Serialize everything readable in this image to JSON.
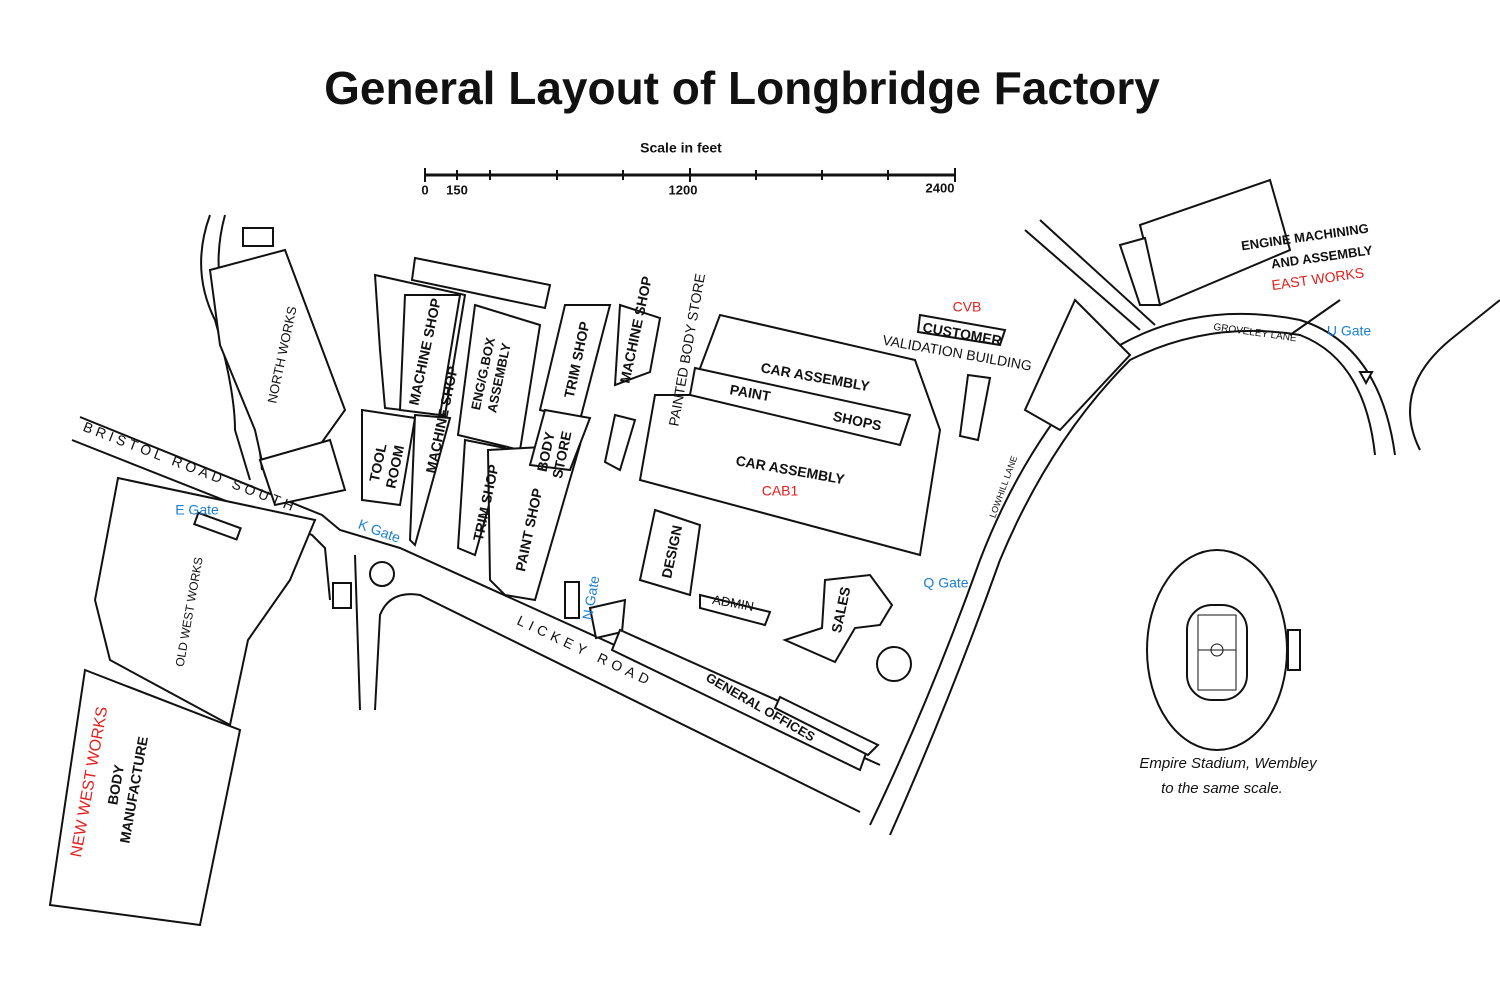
{
  "title": "General Layout of Longbridge Factory",
  "scale": {
    "label": "Scale in feet",
    "ticks": [
      "0",
      "150",
      "1200",
      "2400"
    ]
  },
  "colors": {
    "ink": "#111111",
    "highlight_red": "#e0201f",
    "gate_blue": "#1a7fd4"
  },
  "buildings": {
    "north_works": "NORTH WORKS",
    "machine_shop_1": "MACHINE SHOP",
    "machine_shop_2": "MACHINE SHOP",
    "machine_shop_3": "MACHINE SHOP",
    "eng_box_1": "ENG/G.BOX",
    "eng_box_2": "ASSEMBLY",
    "tool_1": "TOOL",
    "tool_2": "ROOM",
    "trim_shop_1": "TRIM SHOP",
    "trim_shop_2": "TRIM SHOP",
    "body_store_1": "BODY",
    "body_store_2": "STORE",
    "paint_shop": "PAINT SHOP",
    "painted_body_store": "PAINTED BODY STORE",
    "car_assembly_1": "CAR ASSEMBLY",
    "paint": "PAINT",
    "shops": "SHOPS",
    "car_assembly_2": "CAR ASSEMBLY",
    "cab1": "CAB1",
    "cvb": "CVB",
    "customer": "CUSTOMER",
    "validation": "VALIDATION BUILDING",
    "engine_1": "ENGINE MACHINING",
    "engine_2": "AND ASSEMBLY",
    "east_works": "EAST WORKS",
    "design": "DESIGN",
    "admin": "ADMIN",
    "sales": "SALES",
    "general_offices": "GENERAL OFFICES",
    "old_west_works": "OLD WEST WORKS",
    "new_west_works": "NEW WEST WORKS",
    "body_1": "BODY",
    "body_2": "MANUFACTURE"
  },
  "roads": {
    "bristol": "BRISTOL ROAD SOUTH",
    "lickey": "LICKEY ROAD",
    "lowhill": "LOWHILL LANE",
    "groveley": "GROVELEY LANE"
  },
  "gates": {
    "e": "E Gate",
    "k": "K Gate",
    "n": "N Gate",
    "q": "Q Gate",
    "u": "U Gate"
  },
  "stadium": {
    "line1": "Empire Stadium, Wembley",
    "line2": "to the same scale."
  }
}
